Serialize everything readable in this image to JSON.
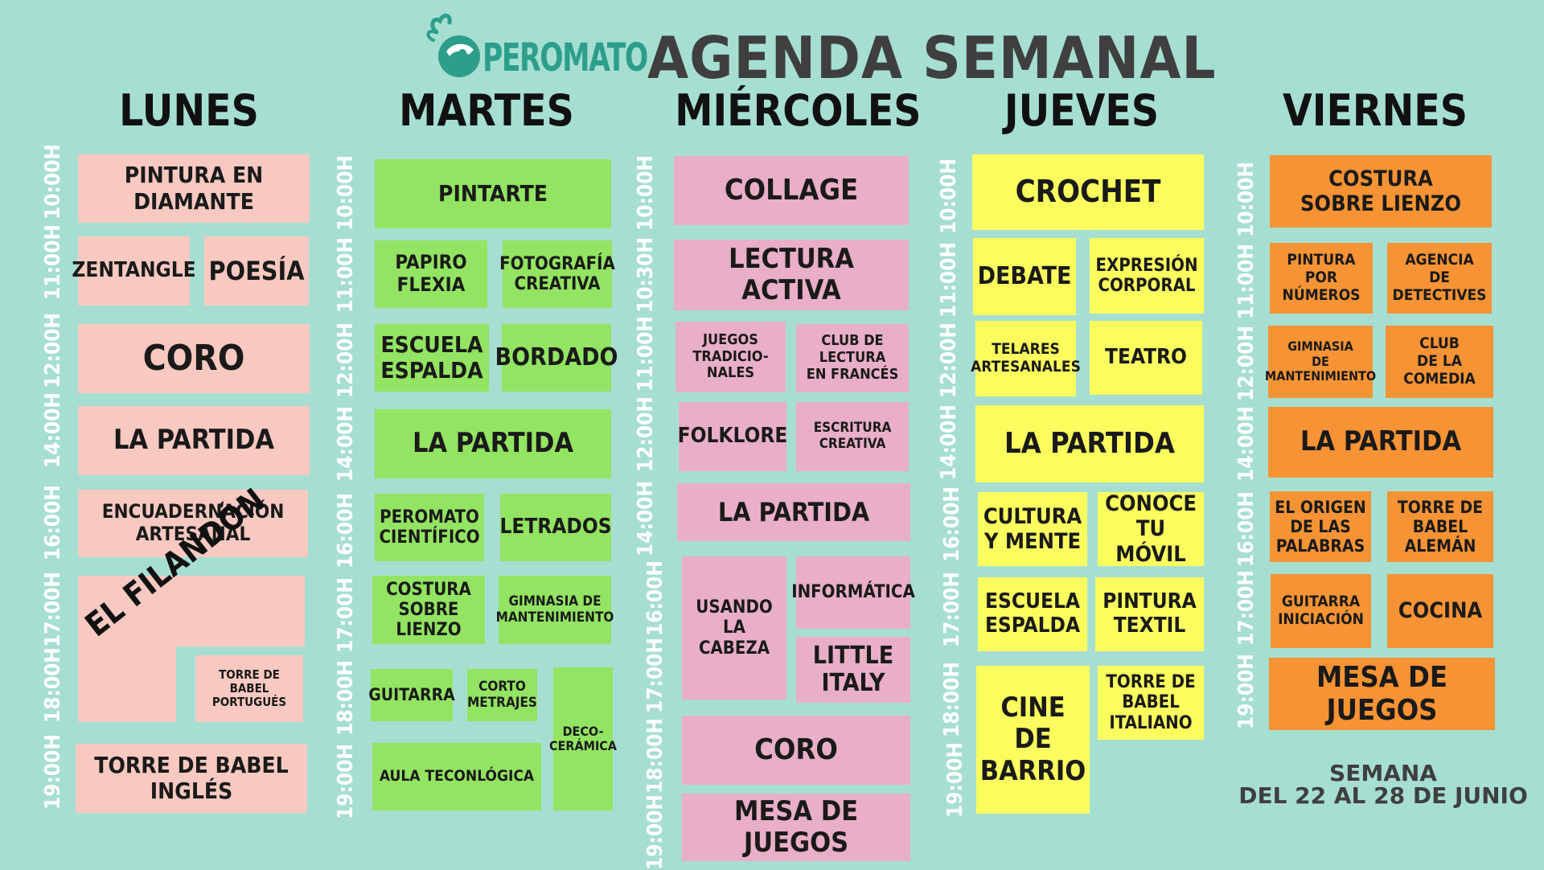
{
  "header": {
    "logo_text": "PEROMATO",
    "title": "AGENDA SEMANAL"
  },
  "days": [
    "LUNES",
    "MARTES",
    "MIÉRCOLES",
    "JUEVES",
    "VIERNES"
  ],
  "lunes": {
    "times": [
      "10:00H",
      "11:00H",
      "12:00H",
      "14:00H",
      "16:00H",
      "17:00H",
      "18:00H",
      "19:00H"
    ],
    "pintura_diamante": "PINTURA EN DIAMANTE",
    "zentangle": "ZENTANGLE",
    "poesia": "POESÍA",
    "coro": "CORO",
    "la_partida": "LA PARTIDA",
    "encuadernacion": "ENCUADERNACIÓN\nARTESANAL",
    "el_filandon": "EL FILANDÓN",
    "torre_portugues": "TORRE DE\nBABEL\nPORTUGUÉS",
    "torre_ingles": "TORRE DE BABEL\nINGLÉS"
  },
  "martes": {
    "times": [
      "10:00H",
      "11:00H",
      "12:00H",
      "14:00H",
      "16:00H",
      "17:00H",
      "18:00H",
      "19:00H"
    ],
    "pintarte": "PINTARTE",
    "papiro": "PAPIRO\nFLEXIA",
    "fotografia": "FOTOGRAFÍA\nCREATIVA",
    "escuela_espalda": "ESCUELA\nESPALDA",
    "bordado": "BORDADO",
    "la_partida": "LA PARTIDA",
    "peromato_cientifico": "PEROMATO\nCIENTÍFICO",
    "letrados": "LETRADOS",
    "costura": "COSTURA\nSOBRE LIENZO",
    "gimnasia": "GIMNASIA DE\nMANTENIMIENTO",
    "guitarra": "GUITARRA",
    "cortometrajes": "CORTO\nMETRAJES",
    "decoceramica": "DECO-\nCERÁMICA",
    "aula_tecnologica": "AULA TECONLÓGICA"
  },
  "miercoles": {
    "times": [
      "10:00H",
      "10:30H",
      "11:00H",
      "12:00H",
      "14:00H",
      "16:00H",
      "17:00H",
      "18:00H",
      "19:00H"
    ],
    "collage": "COLLAGE",
    "lectura_activa": "LECTURA ACTIVA",
    "juegos_tradicionales": "JUEGOS\nTRADICIO-\nNALES",
    "club_lectura": "CLUB DE\nLECTURA\nEN FRANCÉS",
    "folklore": "FOLKLORE",
    "escritura": "ESCRITURA\nCREATIVA",
    "la_partida": "LA PARTIDA",
    "usando_cabeza": "USANDO\nLA\nCABEZA",
    "informatica": "INFORMÁTICA",
    "little_italy": "LITTLE\nITALY",
    "coro": "CORO",
    "mesa_juegos": "MESA DE JUEGOS"
  },
  "jueves": {
    "times": [
      "10:00H",
      "11:00H",
      "12:00H",
      "14:00H",
      "16:00H",
      "17:00H",
      "18:00H",
      "19:00H"
    ],
    "crochet": "CROCHET",
    "debate": "DEBATE",
    "expresion": "EXPRESIÓN\nCORPORAL",
    "telares": "TELARES\nARTESANALES",
    "teatro": "TEATRO",
    "la_partida": "LA PARTIDA",
    "cultura_mente": "CULTURA\nY MENTE",
    "conoce_movil": "CONOCE\nTU MÓVIL",
    "escuela_espalda": "ESCUELA\nESPALDA",
    "pintura_textil": "PINTURA\nTEXTIL",
    "cine_barrio": "CINE\nDE\nBARRIO",
    "torre_italiano": "TORRE DE\nBABEL\nITALIANO"
  },
  "viernes": {
    "times": [
      "10:00H",
      "11:00H",
      "12:00H",
      "14:00H",
      "16:00H",
      "17:00H",
      "19:00H"
    ],
    "costura": "COSTURA\nSOBRE LIENZO",
    "pintura_numeros": "PINTURA\nPOR\nNÚMEROS",
    "agencia": "AGENCIA\nDE\nDETECTIVES",
    "gimnasia": "GIMNASIA\nDE\nMANTENIMIENTO",
    "club_comedia": "CLUB\nDE LA\nCOMEDIA",
    "la_partida": "LA PARTIDA",
    "origen_palabras": "EL ORIGEN\nDE LAS\nPALABRAS",
    "torre_aleman": "TORRE DE\nBABEL\nALEMÁN",
    "guitarra": "GUITARRA\nINICIACIÓN",
    "cocina": "COCINA",
    "mesa_juegos": "MESA DE JUEGOS"
  },
  "footer": {
    "line1": "SEMANA",
    "line2": "DEL 22 AL 28 DE JUNIO"
  },
  "colors": {
    "background": "#a6dfd2",
    "lunes": "#f8c9c0",
    "martes": "#92e462",
    "miercoles": "#e9afc7",
    "jueves": "#fbfd5e",
    "viernes": "#f69334"
  }
}
